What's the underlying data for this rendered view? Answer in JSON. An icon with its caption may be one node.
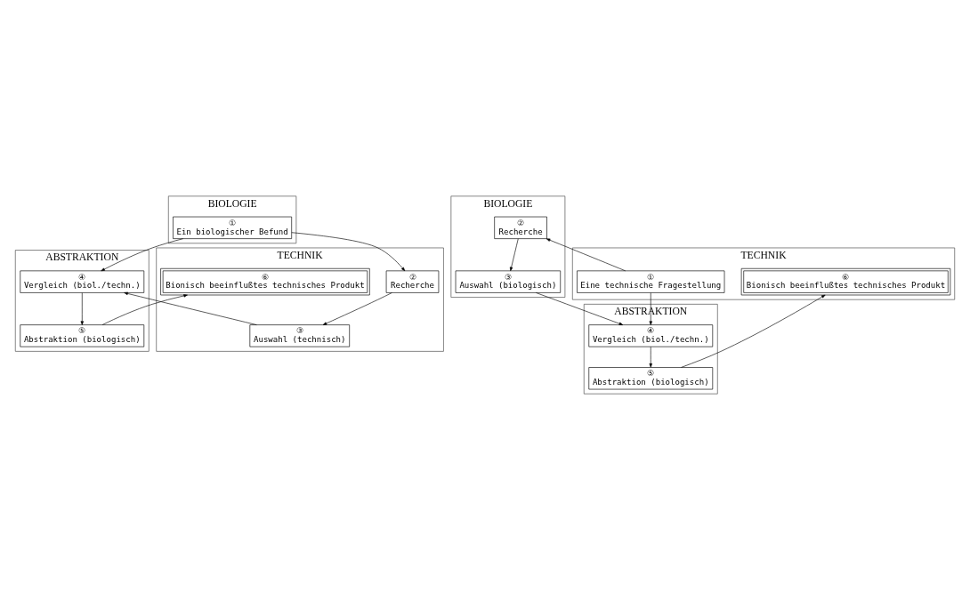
{
  "diagram": {
    "nodes": [
      {
        "text": [
          "BIOLOGIE"
        ]
      },
      {
        "text": [
          "①",
          "Ein biologischer Befund"
        ],
        "in": 0
      },
      {
        "text": [
          "ABSTRAKTION"
        ]
      },
      {
        "text": [
          "④",
          "Vergleich (biol./techn.)"
        ],
        "in": 2
      },
      {
        "text": [
          "⑤",
          "Abstraktion (biologisch)"
        ],
        "in": 2
      },
      {
        "text": [
          "TECHNIK"
        ]
      },
      {
        "text": [
          "⑥",
          "Bionisch beeinflußtes technisches Produkt"
        ],
        "in": 5
      },
      {
        "text": [
          "③",
          "Auswahl (technisch)"
        ],
        "in": 5
      },
      {
        "text": [
          "②",
          "Recherche"
        ],
        "in": 5
      },
      {
        "text": [
          "BIOLOGIE"
        ]
      },
      {
        "text": [
          "②",
          "Recherche"
        ],
        "in": 9
      },
      {
        "text": [
          "③",
          "Auswahl (biologisch)"
        ],
        "in": 9
      },
      {
        "text": [
          "ABSTRAKTION"
        ]
      },
      {
        "text": [
          "④",
          "Vergleich (biol./techn.)"
        ],
        "in": 12
      },
      {
        "text": [
          "⑤",
          "Abstraktion (biologisch)"
        ],
        "in": 12
      },
      {
        "text": [
          "TECHNIK"
        ]
      },
      {
        "text": [
          "⑥",
          "Bionisch beeinflußtes technisches Produkt"
        ],
        "in": 15
      },
      {
        "text": [
          "①",
          "Eine technische Fragestellung"
        ],
        "in": 15
      }
    ],
    "edges": [
      {
        "from": 1,
        "to": 8,
        "arrow": "to"
      },
      {
        "from": 1,
        "to": 3,
        "arrow": "to"
      },
      {
        "from": 3,
        "to": 4,
        "arrow": "to"
      },
      {
        "from": 4,
        "to": 6,
        "arrow": "to"
      },
      {
        "from": 8,
        "to": 7,
        "arrow": "to"
      },
      {
        "from": 7,
        "to": 3,
        "arrow": "to"
      },
      {
        "from": 10,
        "to": 11,
        "arrow": "to"
      },
      {
        "from": 11,
        "to": 13,
        "arrow": "to"
      },
      {
        "from": 13,
        "to": 14,
        "arrow": "to"
      },
      {
        "from": 14,
        "to": 16,
        "arrow": "to"
      },
      {
        "from": 17,
        "to": 10,
        "arrow": "to"
      },
      {
        "from": 17,
        "to": 13,
        "arrow": "to"
      }
    ]
  }
}
